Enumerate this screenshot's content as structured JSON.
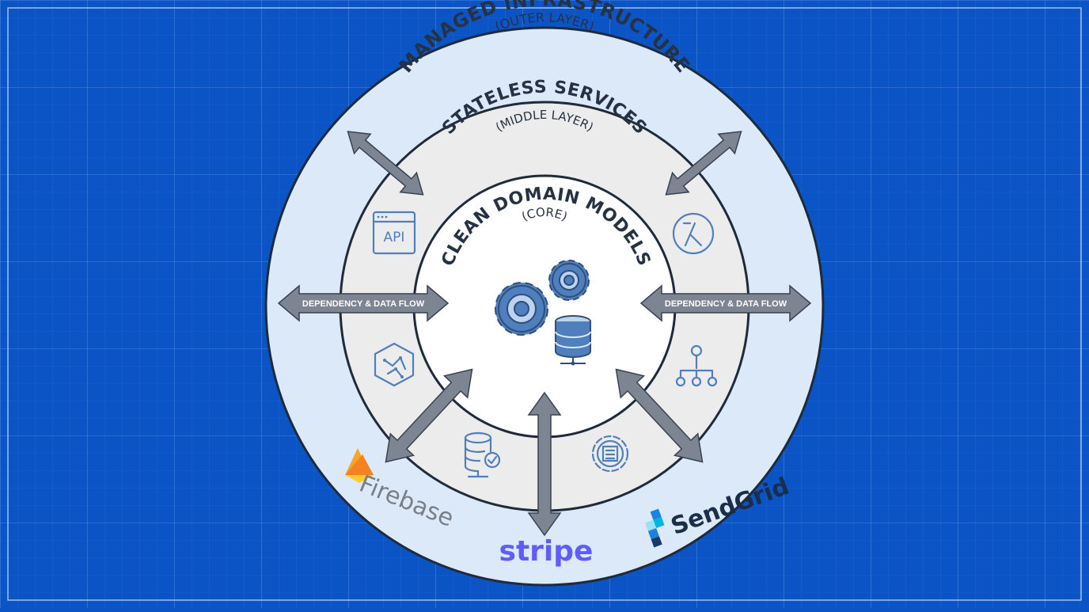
{
  "diagram": {
    "outer_layer": {
      "title": "MANAGED INFRASTRUCTURE",
      "subtitle": "(OUTER LAYER)"
    },
    "middle_layer": {
      "title": "STATELESS SERVICES",
      "subtitle": "(MIDDLE LAYER)"
    },
    "core_layer": {
      "title": "CLEAN DOMAIN MODELS",
      "subtitle": "(CORE)"
    },
    "flow_labels": {
      "left": "DEPENDENCY & DATA FLOW",
      "right": "DEPENDENCY & DATA FLOW"
    },
    "middle_icons": {
      "api_label": "API"
    },
    "logos": {
      "firebase": "Firebase",
      "stripe": "stripe",
      "sendgrid": "SendGrid"
    },
    "colors": {
      "background": "#0b54c6",
      "grid_line": "#3d79d6",
      "outer_ring": "#dbe9f9",
      "middle_ring": "#ececec",
      "core": "#ffffff",
      "ring_stroke": "#1f2b3a",
      "arrow": "#7d8593",
      "icon": "#4f7fbd",
      "firebase_orange": "#f6a623",
      "stripe_purple": "#635bff",
      "sendgrid_blue": "#1a82e2"
    },
    "icons": [
      "api-window-icon",
      "lambda-icon",
      "network-node-icon",
      "hierarchy-icon",
      "database-check-icon",
      "gear-chip-icon",
      "gears-icon",
      "database-icon"
    ]
  }
}
